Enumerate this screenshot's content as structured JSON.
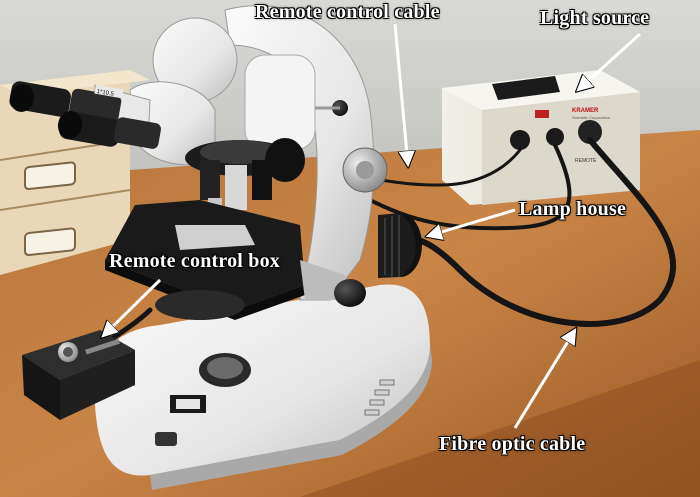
{
  "labels": {
    "remote_control_cable": "Remote control cable",
    "light_source": "Light source",
    "lamp_house": "Lamp house",
    "remote_control_box": "Remote control box",
    "fibre_optic_cable": "Fibre optic cable"
  },
  "device_text": {
    "light_source_brand": "KRAMER",
    "light_source_brand_sub": "Scientific Corporation",
    "remote_label": "REMOTE",
    "eyepiece_label": "1*10.5"
  }
}
